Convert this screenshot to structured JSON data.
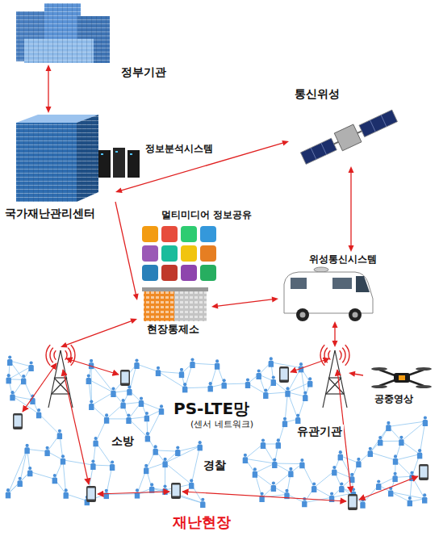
{
  "diagram": {
    "nodes": [
      {
        "text": [
          "정부기관"
        ]
      },
      {
        "text": [
          "정보분석시스템"
        ]
      },
      {
        "text": [
          "국가재난관리센터"
        ]
      },
      {
        "text": [
          "통신위성"
        ]
      },
      {
        "text": [
          "멀티미디어 정보공유"
        ]
      },
      {
        "text": [
          "위성통신시스템"
        ]
      },
      {
        "text": [
          "현장통제소"
        ]
      },
      {
        "text": [
          "PS-LTE망",
          "(센서 네트워크)"
        ]
      },
      {
        "text": [
          "공중영상"
        ]
      }
    ],
    "edges": [
      {
        "from": 0,
        "to": 2,
        "arrow": "both"
      },
      {
        "from": 2,
        "to": 3,
        "arrow": "both"
      },
      {
        "from": 2,
        "to": 6,
        "arrow": "to"
      },
      {
        "from": 3,
        "to": 5,
        "arrow": "both"
      },
      {
        "from": 6,
        "to": 5,
        "arrow": "both"
      },
      {
        "from": 6,
        "to": 7,
        "arrow": "both"
      },
      {
        "from": 5,
        "to": 7,
        "arrow": "both"
      },
      {
        "from": 8,
        "to": 7,
        "arrow": "to"
      }
    ],
    "labels": [
      "소방",
      "유관기관",
      "경찰",
      "재난현장"
    ]
  }
}
